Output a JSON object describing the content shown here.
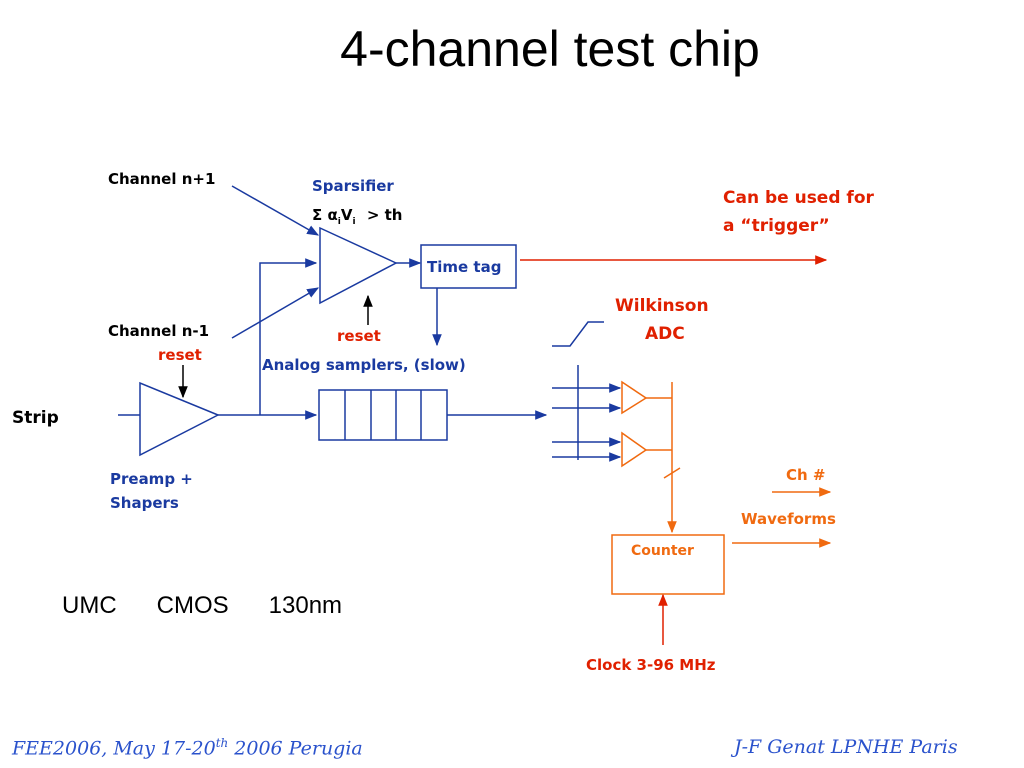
{
  "slide": {
    "title": "4-channel test chip"
  },
  "labels": {
    "channel_n_plus_1": "Channel n+1",
    "channel_n_minus_1": "Channel n-1",
    "strip": "Strip",
    "preamp_line1": "Preamp +",
    "preamp_line2": "Shapers",
    "reset_preamp": "reset",
    "reset_sparsifier": "reset",
    "sparsifier": "Sparsifier",
    "sparsifier_formula_sigma": "Σ",
    "sparsifier_formula_alpha": "α",
    "sparsifier_formula_sub_i1": "i",
    "sparsifier_formula_v": "V",
    "sparsifier_formula_sub_i2": "i",
    "sparsifier_formula_th": "> th",
    "time_tag": "Time tag",
    "analog_samplers": "Analog samplers, (slow)",
    "trigger_line1": "Can be used for",
    "trigger_line2": "a  “trigger”",
    "wilkinson_line1": "Wilkinson",
    "wilkinson_line2": "ADC",
    "ch_num": "Ch #",
    "waveforms": "Waveforms",
    "counter": "Counter",
    "clock": "Clock 3-96 MHz"
  },
  "technology": {
    "foundry": "UMC",
    "process": "CMOS",
    "node": "130nm"
  },
  "footer": {
    "left_prefix": "FEE2006, May 17-20",
    "left_sup": "th",
    "left_suffix": " 2006 Perugia",
    "right": "J-F Genat LPNHE Paris"
  },
  "colors": {
    "blue": "#1a3aa0",
    "red": "#e02000",
    "orange": "#f06a10",
    "footer_blue": "#2a52cc"
  }
}
